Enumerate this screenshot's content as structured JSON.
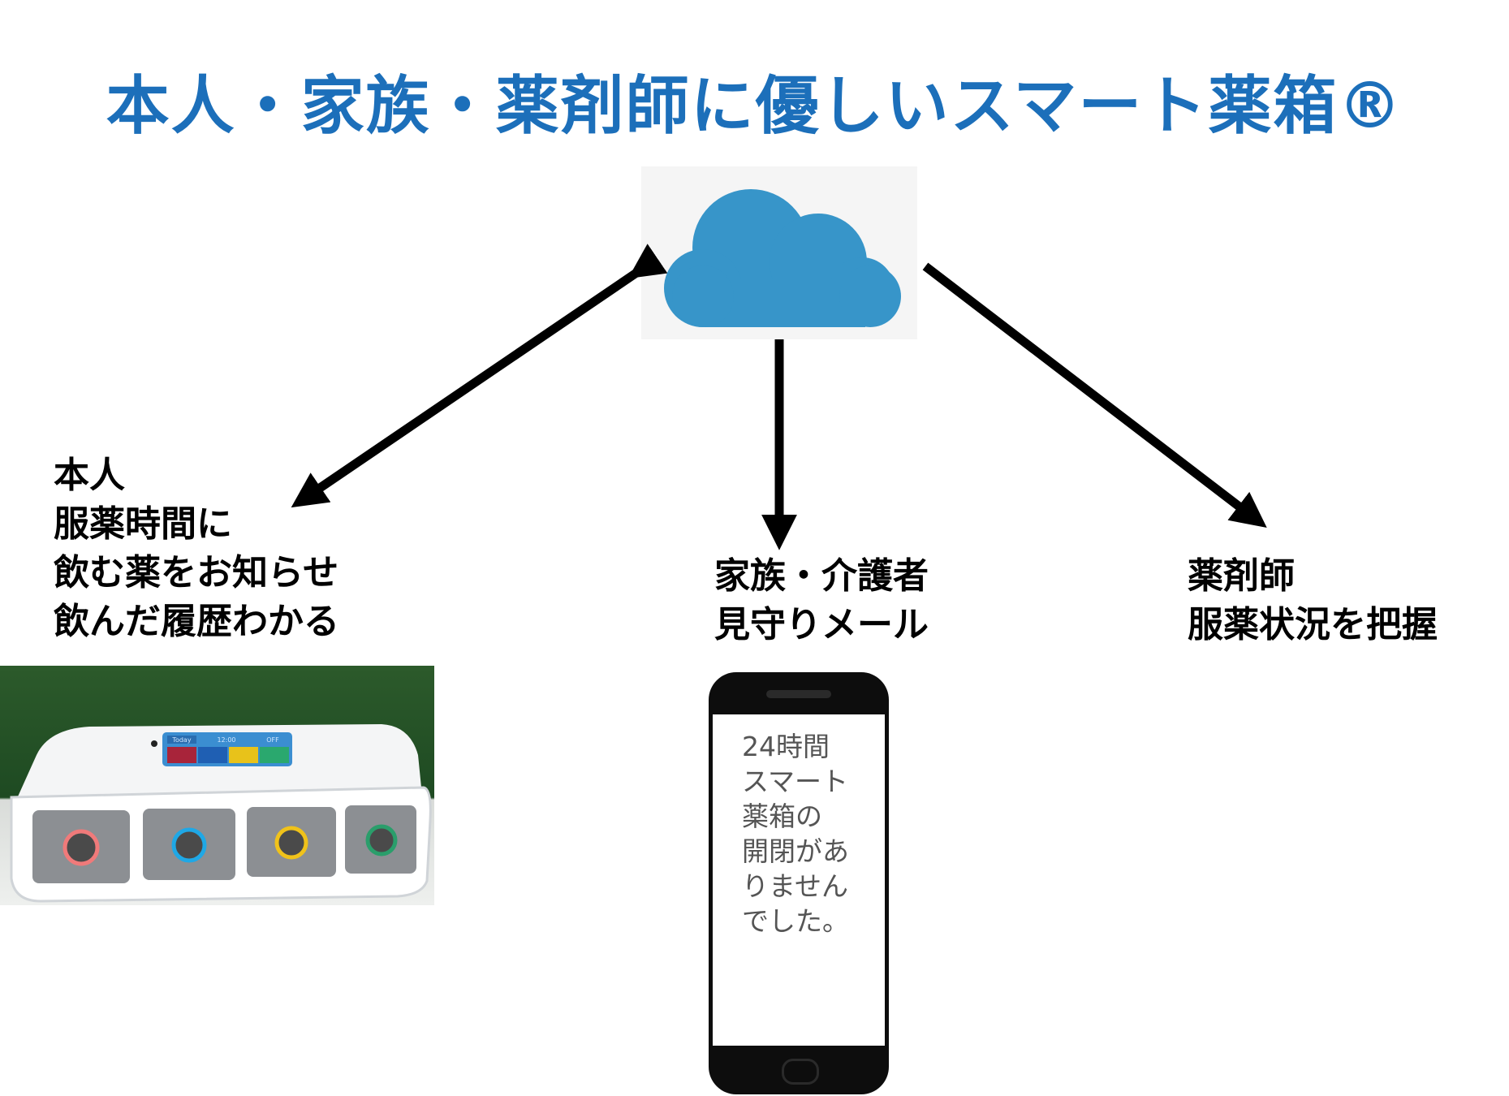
{
  "title": "本人・家族・薬剤師に優しいスマート薬箱®",
  "icons": {
    "cloud": "cloud-icon",
    "device": "smart-medicine-box",
    "phone": "smartphone-icon"
  },
  "colors": {
    "title": "#1c6fba",
    "cloud": "#3795c9",
    "arrow": "#000000"
  },
  "patient": {
    "lines": [
      "本人",
      "服薬時間に",
      "飲む薬をお知らせ",
      "飲んだ履歴わかる"
    ]
  },
  "family": {
    "lines": [
      "家族・介護者",
      "見守りメール"
    ]
  },
  "pharmacist": {
    "lines": [
      "薬剤師",
      "服薬状況を把握"
    ]
  },
  "phone": {
    "message_lines": [
      "24時間",
      "スマート",
      "薬箱の",
      "開閉があ",
      "りません",
      "でした。"
    ]
  },
  "device": {
    "screen_labels": [
      "Today",
      "12:00",
      "OFF"
    ],
    "buttons": [
      {
        "ring_color": "#f07a7a"
      },
      {
        "ring_color": "#1fa8e6"
      },
      {
        "ring_color": "#f0c21a"
      },
      {
        "ring_color": "#2a9e6b"
      }
    ]
  }
}
